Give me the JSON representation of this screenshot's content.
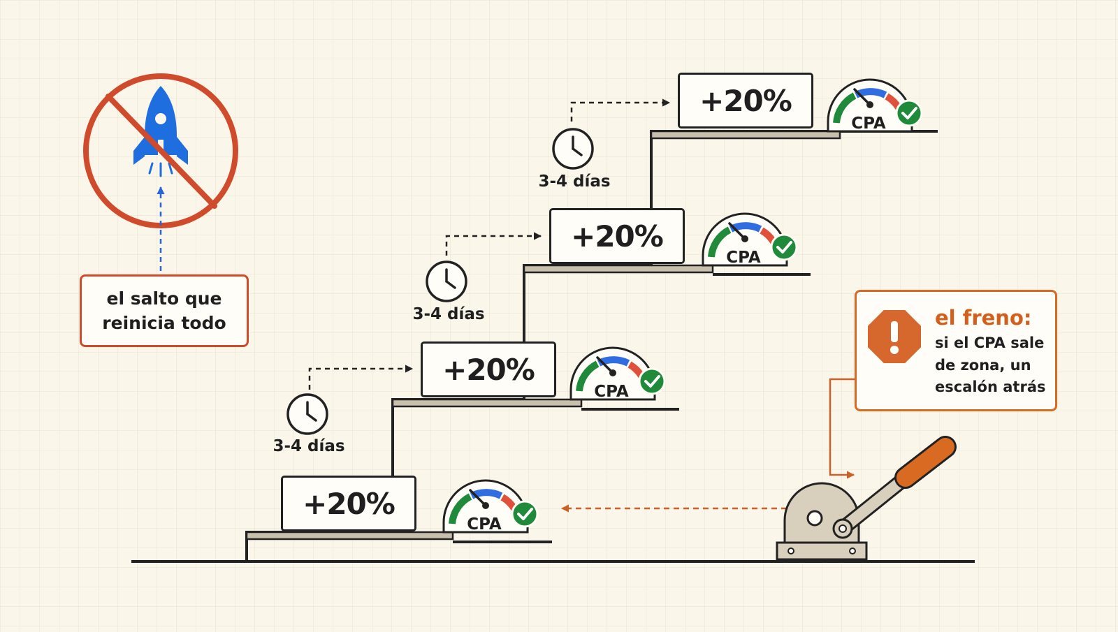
{
  "steps": [
    {
      "label": "+20%",
      "gauge_label": "CPA"
    },
    {
      "label": "+20%",
      "gauge_label": "CPA"
    },
    {
      "label": "+20%",
      "gauge_label": "CPA"
    },
    {
      "label": "+20%",
      "gauge_label": "CPA"
    }
  ],
  "waits": [
    {
      "label": "3-4 días"
    },
    {
      "label": "3-4 días"
    },
    {
      "label": "3-4 días"
    }
  ],
  "rocket_note": {
    "line1": "el salto que",
    "line2": "reinicia todo"
  },
  "brake": {
    "title": "el freno:",
    "text": "si el CPA sale de zona, un escalón atrás"
  },
  "colors": {
    "background": "#faf6ea",
    "ink": "#222222",
    "forbidden_red": "#d04a2c",
    "rocket_blue": "#1f6ee0",
    "gauge_green": "#1e8a3a",
    "gauge_blue": "#2f6de0",
    "gauge_red": "#e0503a",
    "brake_orange": "#d76a25"
  },
  "icons": [
    "no-rocket-icon",
    "clock-icon",
    "gauge-icon",
    "checkmark-icon",
    "warning-octagon-icon",
    "brake-lever-icon"
  ]
}
